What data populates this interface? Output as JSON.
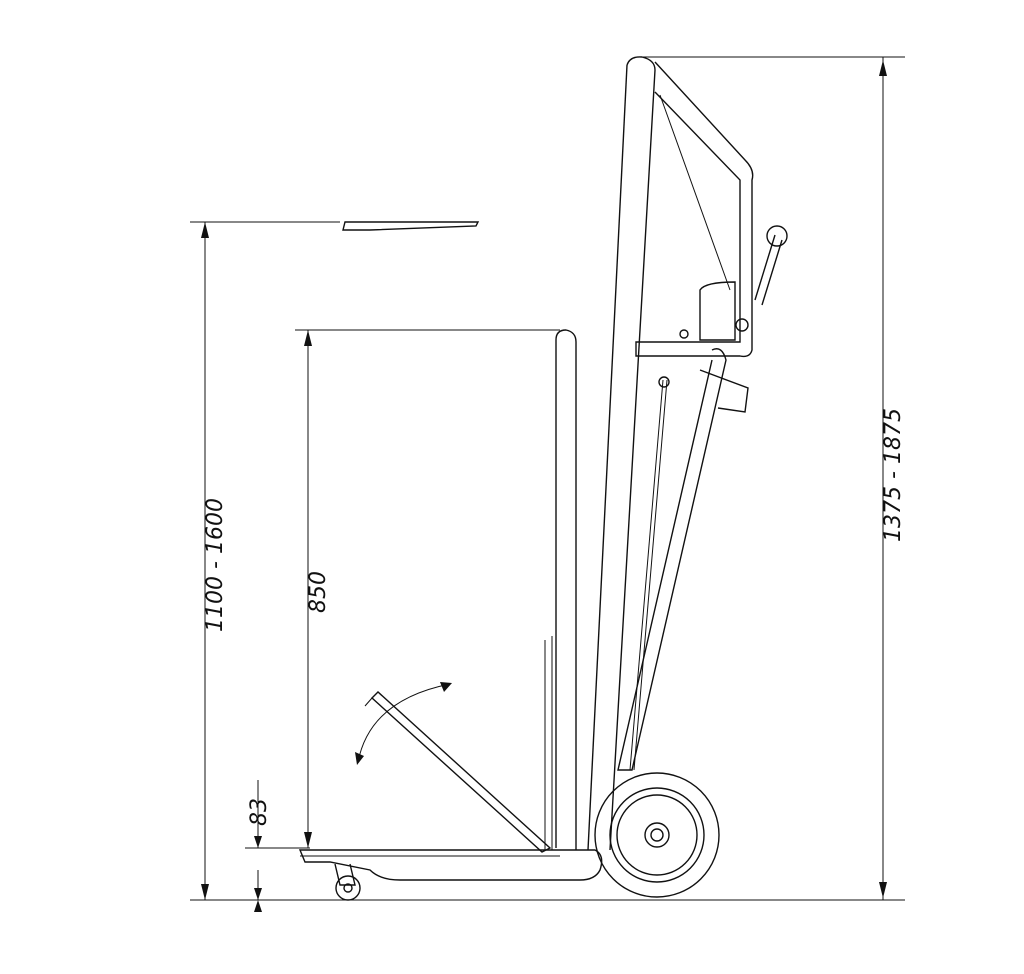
{
  "drawing": {
    "title": "Trolley side elevation",
    "units": "mm",
    "dimensions": {
      "platform_height_range": "1100 - 1600",
      "backrest_height": "850",
      "base_height": "83",
      "overall_height_range": "1375 - 1875"
    },
    "line_color": "#111111",
    "background": "#ffffff"
  }
}
